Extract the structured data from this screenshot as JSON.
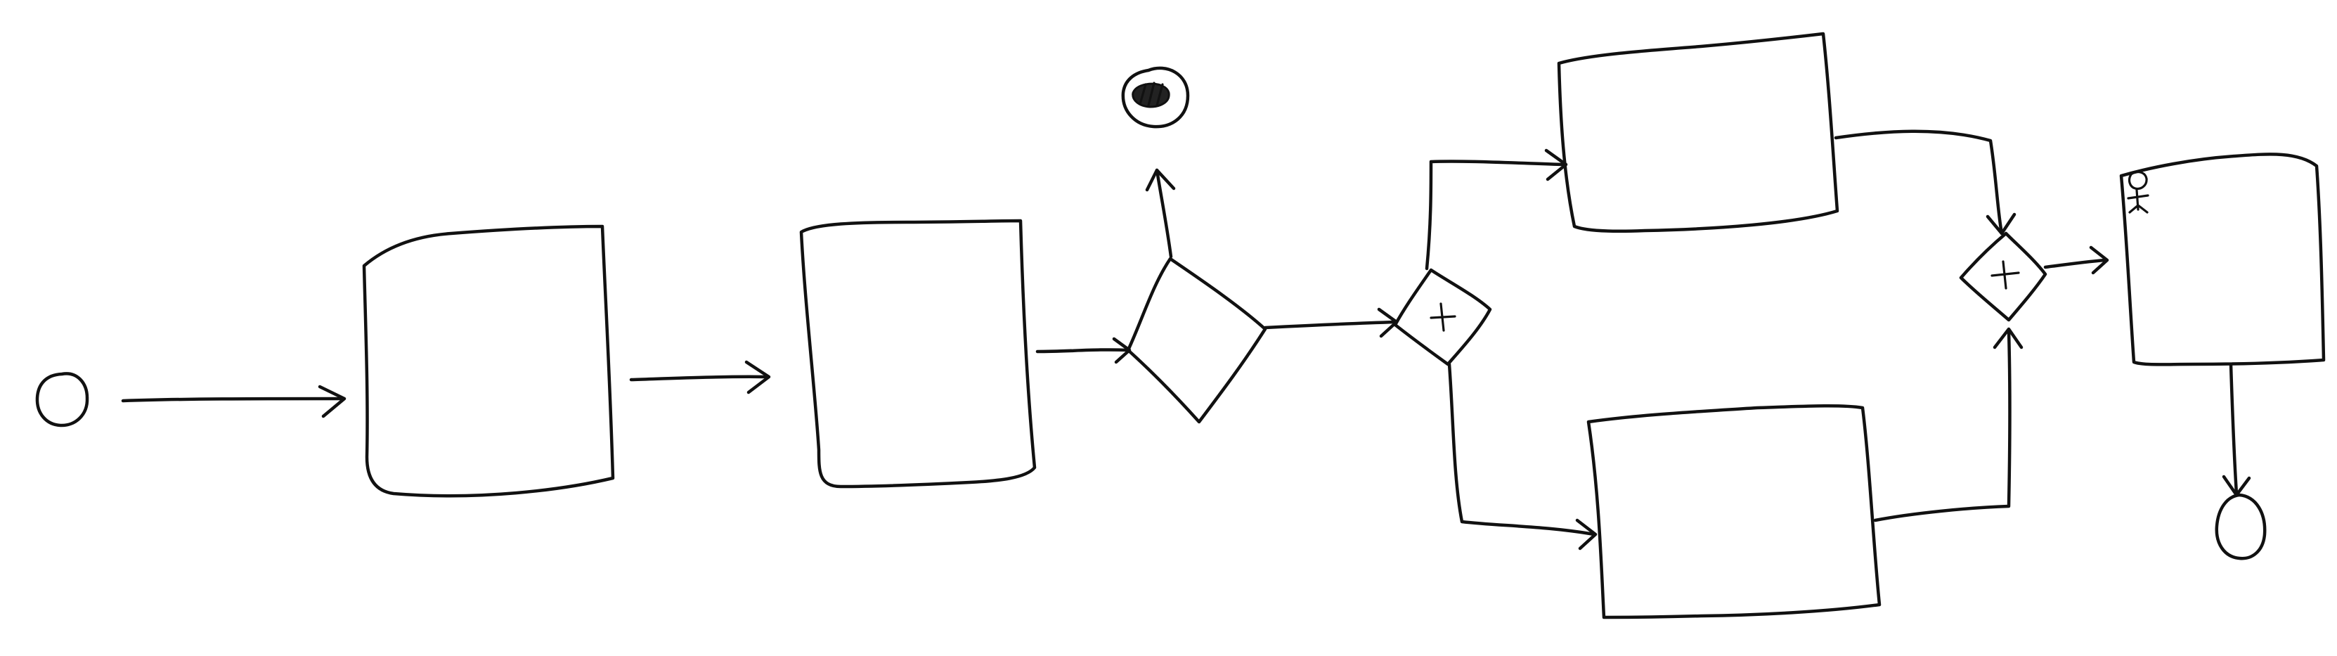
{
  "diagram": {
    "type": "bpmn-process-sketch",
    "style": "hand-drawn",
    "ink_color": "#111111",
    "background_color": "#ffffff",
    "nodes": [
      {
        "id": "start-event",
        "kind": "start-event",
        "label": ""
      },
      {
        "id": "task-1",
        "kind": "task",
        "label": ""
      },
      {
        "id": "task-2",
        "kind": "task",
        "label": ""
      },
      {
        "id": "exclusive-gateway",
        "kind": "exclusive-gateway",
        "label": ""
      },
      {
        "id": "error-end-event",
        "kind": "error-end-event",
        "label": ""
      },
      {
        "id": "parallel-split-gateway",
        "kind": "parallel-gateway",
        "marker": "+",
        "label": ""
      },
      {
        "id": "task-upper-branch",
        "kind": "task",
        "label": ""
      },
      {
        "id": "task-lower-branch",
        "kind": "task",
        "label": ""
      },
      {
        "id": "parallel-join-gateway",
        "kind": "parallel-gateway",
        "marker": "+",
        "label": ""
      },
      {
        "id": "user-task",
        "kind": "user-task",
        "icon": "person-icon",
        "label": ""
      },
      {
        "id": "end-event",
        "kind": "end-event",
        "label": ""
      }
    ],
    "flows": [
      {
        "from": "start-event",
        "to": "task-1"
      },
      {
        "from": "task-1",
        "to": "task-2"
      },
      {
        "from": "task-2",
        "to": "exclusive-gateway"
      },
      {
        "from": "exclusive-gateway",
        "to": "error-end-event"
      },
      {
        "from": "exclusive-gateway",
        "to": "parallel-split-gateway"
      },
      {
        "from": "parallel-split-gateway",
        "to": "task-upper-branch"
      },
      {
        "from": "parallel-split-gateway",
        "to": "task-lower-branch"
      },
      {
        "from": "task-upper-branch",
        "to": "parallel-join-gateway"
      },
      {
        "from": "task-lower-branch",
        "to": "parallel-join-gateway"
      },
      {
        "from": "parallel-join-gateway",
        "to": "user-task"
      },
      {
        "from": "user-task",
        "to": "end-event"
      }
    ]
  }
}
